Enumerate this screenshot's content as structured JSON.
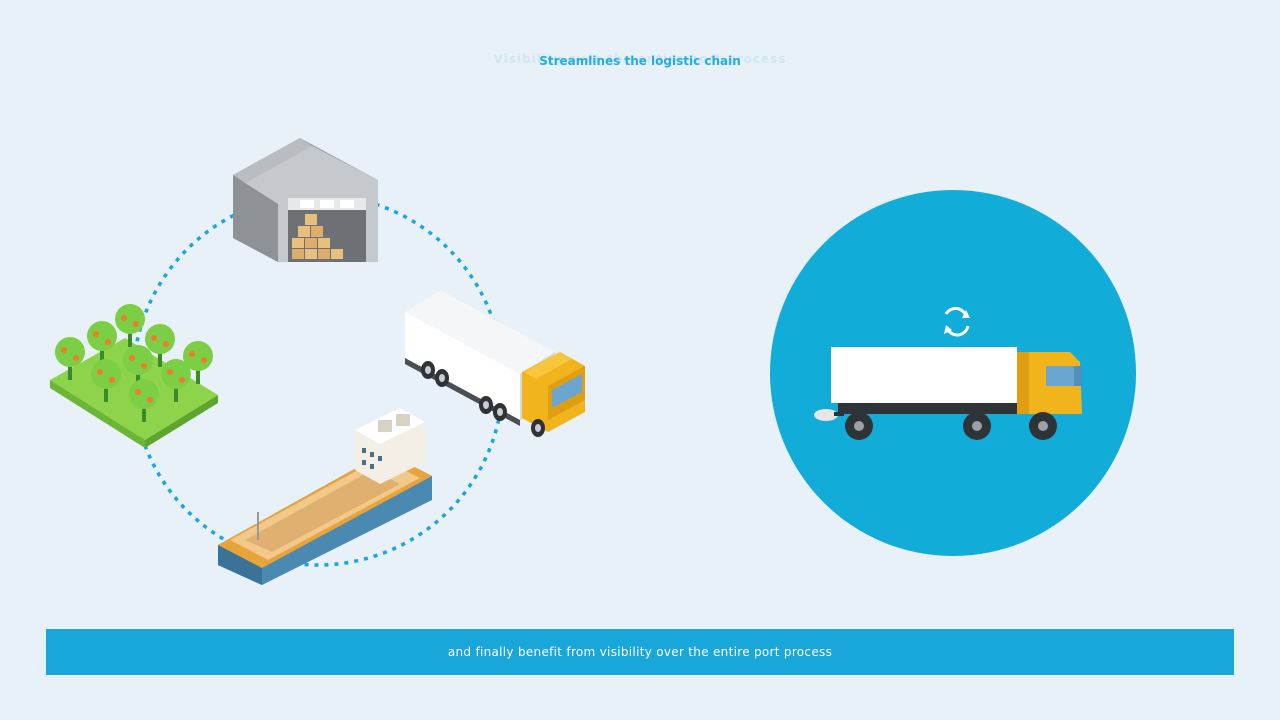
{
  "header": {
    "background_title": "Visibility over the entire port process",
    "title": "Streamlines the logistic chain"
  },
  "subtitle": {
    "text": "and finally benefit from visibility over the entire port process"
  },
  "icons": {
    "cycle": "dotted-cycle-ring",
    "warehouse": "warehouse-icon",
    "orchard": "orchard-icon",
    "truck": "truck-icon",
    "ship": "cargo-ship-icon",
    "refresh": "refresh-icon",
    "featured_truck": "featured-truck-icon"
  },
  "colors": {
    "background": "#e8f0f8",
    "accent": "#19a6d9",
    "circle": "#12acd9",
    "title": "#23aede"
  }
}
